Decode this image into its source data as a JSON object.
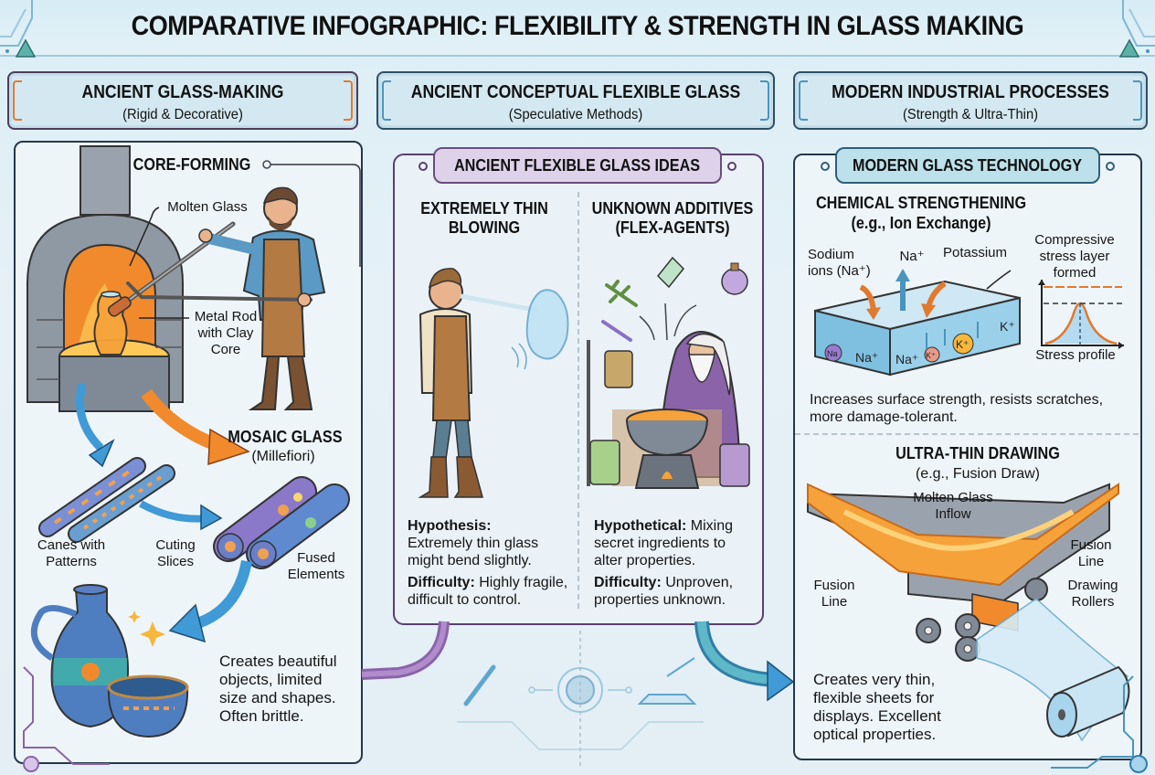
{
  "title": "COMPARATIVE INFOGRAPHIC: FLEXIBILITY & STRENGTH IN GLASS MAKING",
  "columns": [
    {
      "heading": "ANCIENT GLASS-MAKING",
      "subheading": "(Rigid & Decorative)",
      "accent": "#e07a2e",
      "sections": {
        "core_forming": {
          "heading": "CORE-FORMING",
          "labels": {
            "molten_glass": "Molten Glass",
            "metal_rod_1": "Metal Rod",
            "metal_rod_2": "with Clay",
            "metal_rod_3": "Core"
          }
        },
        "mosaic": {
          "heading": "MOSAIC GLASS",
          "subheading": "(Millefiori)",
          "labels": {
            "canes_1": "Canes with",
            "canes_2": "Patterns",
            "cutting_1": "Cuting",
            "cutting_2": "Slices",
            "fused_1": "Fused",
            "fused_2": "Elements"
          }
        },
        "summary": {
          "line1": "Creates beautiful",
          "line2": "objects, limited",
          "line3": "size and shapes.",
          "line4": "Often brittle."
        }
      }
    },
    {
      "heading": "ANCIENT CONCEPTUAL FLEXIBLE GLASS",
      "subheading": "(Speculative Methods)",
      "accent": "#5b3e6f",
      "tag": "ANCIENT FLEXIBLE GLASS IDEAS",
      "left": {
        "heading_1": "EXTREMELY THIN",
        "heading_2": "BLOWING",
        "hyp_label": "Hypothesis:",
        "hyp_1": "Extremely thin glass",
        "hyp_2": "might bend slightly.",
        "diff_label": "Difficulty:",
        "diff_1": " Highly fragile,",
        "diff_2": "difficult to control."
      },
      "right": {
        "heading_1": "UNKNOWN ADDITIVES",
        "heading_2": "(FLEX-AGENTS)",
        "hyp_label": "Hypothetical:",
        "hyp_1": " Mixing",
        "hyp_2": "secret ingredients to",
        "hyp_3": "alter properties.",
        "diff_label": "Difficulty:",
        "diff_1": " Unproven,",
        "diff_2": "properties unknown."
      }
    },
    {
      "heading": "MODERN INDUSTRIAL PROCESSES",
      "subheading": "(Strength & Ultra-Thin)",
      "accent": "#4a94bd",
      "tag": "MODERN GLASS TECHNOLOGY",
      "chemical": {
        "heading": "CHEMICAL STRENGTHENING",
        "subheading": "(e.g., Ion Exchange)",
        "labels": {
          "sodium_1": "Sodium",
          "sodium_2": "ions (Na⁺)",
          "na_up": "Na⁺",
          "potassium": "Potassium",
          "compressive_1": "Compressive",
          "compressive_2": "stress layer",
          "compressive_3": "formed",
          "stress_profile": "Stress profile",
          "ion_na_1": "Na",
          "ion_na_2": "Na⁺",
          "ion_na_3": "Na⁺",
          "ion_k_1": "K⁺",
          "ion_k_2": "K⁺",
          "ion_k_3": "K⁺"
        },
        "summary_1": "Increases surface strength, resists scratches,",
        "summary_2": "more damage-tolerant."
      },
      "drawing": {
        "heading": "ULTRA-THIN DRAWING",
        "subheading": "(e.g., Fusion Draw)",
        "labels": {
          "molten_1": "Molten Glass",
          "molten_2": "Inflow",
          "fusion_r1": "Fusion",
          "fusion_r2": "Line",
          "fusion_l1": "Fusion",
          "fusion_l2": "Line",
          "rollers_1": "Drawing",
          "rollers_2": "Rollers"
        },
        "summary_1": "Creates very thin,",
        "summary_2": "flexible sheets for",
        "summary_3": "displays. Excellent",
        "summary_4": "optical properties."
      }
    }
  ],
  "colors": {
    "orange": "#f08a2c",
    "blue_arrow": "#3f9ad6",
    "purple": "#8a63a8",
    "teal": "#5fb8c8"
  }
}
